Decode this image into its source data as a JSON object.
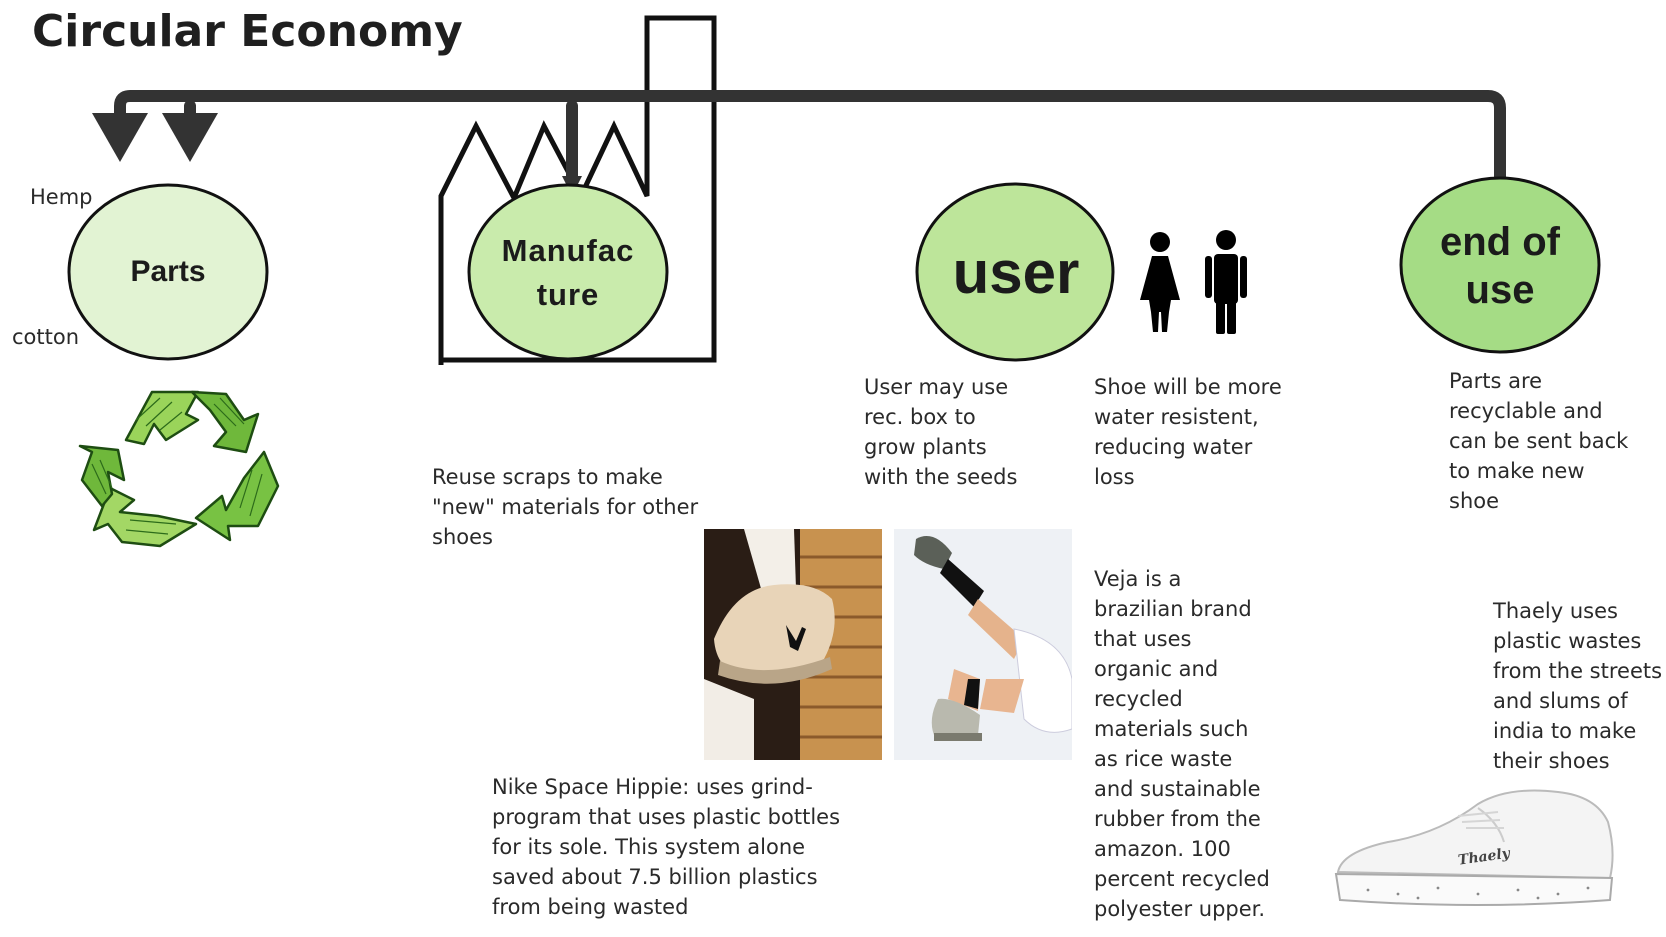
{
  "title": "Circular Economy",
  "nodes": {
    "parts": {
      "label": "Parts"
    },
    "manufacture": {
      "label": "Manufac\nture"
    },
    "user": {
      "label": "user"
    },
    "end_of_use": {
      "label": "end of\nuse"
    }
  },
  "materials": {
    "hemp": "Hemp",
    "cotton": "cotton"
  },
  "notes": {
    "reuse_scraps": "Reuse scraps to make\n\"new\" materials for other\nshoes",
    "user_rec_box": "User may use\nrec. box to\ngrow plants\nwith the seeds",
    "water_resistant": "Shoe will be more\nwater resistent,\nreducing water\nloss",
    "parts_recyclable": "Parts are\nrecyclable and\ncan be sent back\nto make new\nshoe",
    "nike": "Nike Space Hippie: uses grind-\nprogram that uses plastic bottles\nfor its sole. This system alone\nsaved about 7.5 billion plastics\nfrom being wasted",
    "veja": "Veja is a\nbrazilian brand\nthat uses\norganic and\nrecycled\nmaterials such\nas rice waste\nand sustainable\nrubber from the\namazon. 100\npercent recycled\npolyester upper.",
    "thaely": "Thaely uses\nplastic wastes\nfrom the streets\nand slums of\nindia to make\ntheir shoes"
  },
  "shoe_brand_text": "Thaely",
  "colors": {
    "arrow": "#333333",
    "parts_fill": "#e2f3d3",
    "manufacture_fill": "#c9ebac",
    "user_fill": "#bde59a",
    "end_fill": "#a5dc85",
    "recycle_green": "#7cc142"
  },
  "icons": [
    "recycle-icon",
    "female-icon",
    "male-icon",
    "factory-icon"
  ]
}
